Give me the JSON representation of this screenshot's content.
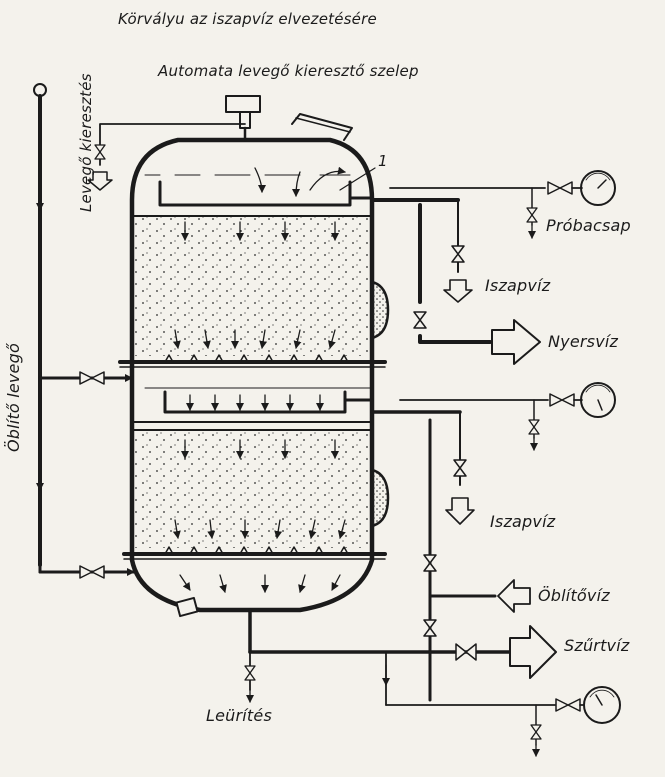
{
  "labels": {
    "korvalyu": "Körvályu az iszapvíz elvezetésére",
    "automata": "Automata levegő kieresztő szelep",
    "levego_kieresztes": "Levegő kieresztés",
    "oblito_levego": "Öblítő levegő",
    "probacsap": "Próbacsap",
    "iszapviz_top": "Iszapvíz",
    "nyersviz": "Nyersvíz",
    "iszapviz_mid": "Iszapvíz",
    "oblitoviz": "Öblítővíz",
    "szurtviz": "Szűrtvíz",
    "leurites": "Leürítés",
    "callout_1": "1"
  }
}
